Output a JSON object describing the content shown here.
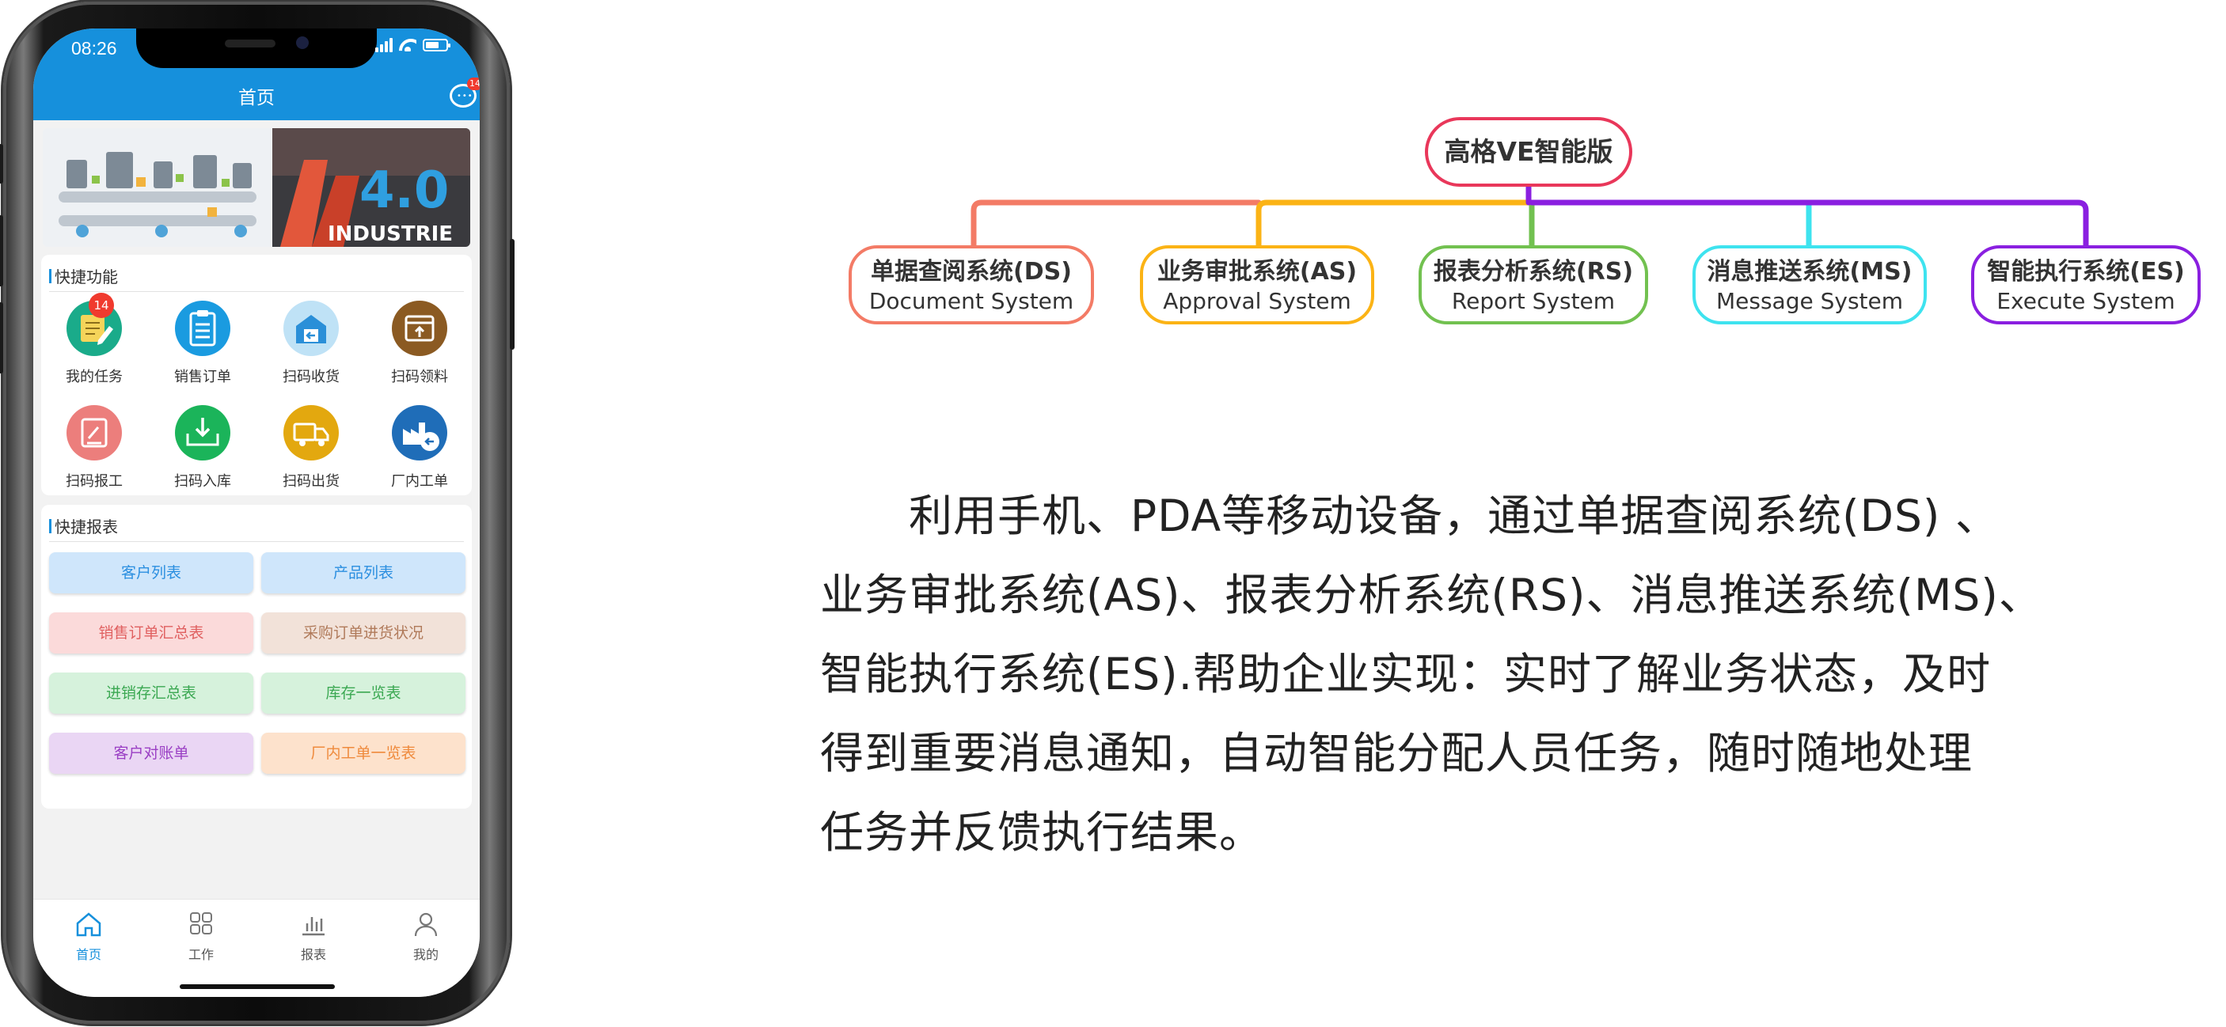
{
  "status_bar": {
    "time": "08:26"
  },
  "header": {
    "title": "首页",
    "message_badge": "14"
  },
  "quick_functions": {
    "title": "快捷功能",
    "items": [
      {
        "label": "我的任务",
        "icon": "task-pencil-icon",
        "color": "#1aab8a",
        "badge": "14"
      },
      {
        "label": "销售订单",
        "icon": "clipboard-icon",
        "color": "#1a9be0"
      },
      {
        "label": "扫码收货",
        "icon": "warehouse-receive-icon",
        "color": "#bfe2f6"
      },
      {
        "label": "扫码领料",
        "icon": "material-box-icon",
        "color": "#8b5a22"
      },
      {
        "label": "扫码报工",
        "icon": "report-work-icon",
        "color": "#ec7e7c"
      },
      {
        "label": "扫码入库",
        "icon": "inbound-icon",
        "color": "#1bb45a"
      },
      {
        "label": "扫码出货",
        "icon": "truck-icon",
        "color": "#e3a80f"
      },
      {
        "label": "厂内工单",
        "icon": "factory-order-icon",
        "color": "#1f6db8"
      }
    ]
  },
  "quick_reports": {
    "title": "快捷报表",
    "items": [
      {
        "label": "客户列表",
        "bg": "#cfe6fb",
        "fg": "#2b8fe0"
      },
      {
        "label": "产品列表",
        "bg": "#cfe6fb",
        "fg": "#2b8fe0"
      },
      {
        "label": "销售订单汇总表",
        "bg": "#fbdada",
        "fg": "#e06060"
      },
      {
        "label": "采购订单进货状况",
        "bg": "#f2e2d9",
        "fg": "#b07a5a"
      },
      {
        "label": "进销存汇总表",
        "bg": "#d6f2dc",
        "fg": "#3ba852"
      },
      {
        "label": "库存一览表",
        "bg": "#d6f2dc",
        "fg": "#3ba852"
      },
      {
        "label": "客户对账单",
        "bg": "#ead6f4",
        "fg": "#9a3fc4"
      },
      {
        "label": "厂内工单一览表",
        "bg": "#fde2cc",
        "fg": "#ef8a3c"
      }
    ]
  },
  "banner": {
    "text_big": "4.0",
    "text_small": "INDUSTRIE"
  },
  "tabbar": {
    "items": [
      {
        "label": "首页",
        "icon": "home-icon",
        "active": true
      },
      {
        "label": "工作",
        "icon": "grid-icon",
        "active": false
      },
      {
        "label": "报表",
        "icon": "bar-chart-icon",
        "active": false
      },
      {
        "label": "我的",
        "icon": "user-icon",
        "active": false
      }
    ]
  },
  "diagram": {
    "root": {
      "label": "高格VE智能版",
      "color": "#e9375a"
    },
    "children": [
      {
        "cn": "单据查阅系统(DS)",
        "en": "Document System",
        "color": "#f37b66"
      },
      {
        "cn": "业务审批系统(AS)",
        "en": "Approval System",
        "color": "#fbb315"
      },
      {
        "cn": "报表分析系统(RS)",
        "en": "Report System",
        "color": "#72c150"
      },
      {
        "cn": "消息推送系统(MS)",
        "en": "Message System",
        "color": "#3ee3ef"
      },
      {
        "cn": "智能执行系统(ES)",
        "en": "Execute System",
        "color": "#8a1fe0"
      }
    ]
  },
  "description": {
    "lines": [
      "　　利用手机、PDA等移动设备，通过单据查阅系统(DS) 、",
      "业务审批系统(AS)、报表分析系统(RS)、消息推送系统(MS)、",
      "智能执行系统(ES).帮助企业实现：实时了解业务状态，及时",
      "得到重要消息通知，自动智能分配人员任务，随时随地处理",
      "任务并反馈执行结果。"
    ]
  }
}
